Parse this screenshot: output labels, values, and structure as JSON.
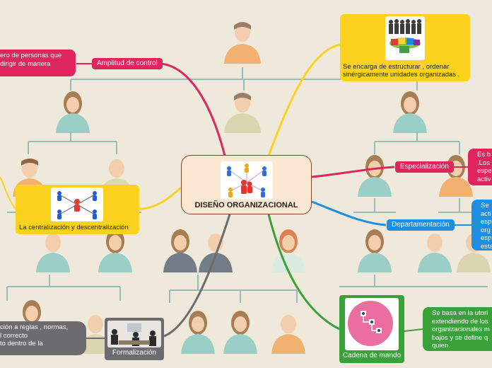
{
  "center": {
    "title": "DISEÑO ORGANIZACIONAL",
    "image_icon": "people-network-icon"
  },
  "branches": {
    "amplitud": {
      "label": "Amplitud de control",
      "description": "ero de personas que\ndirigir de manera",
      "color": "#e0245e"
    },
    "estructura": {
      "description": "Se encarga de estructurar , ordenar sinérgicamente  unidades organizadas .",
      "image_icon": "team-puzzle-icon",
      "color": "#fcd21f"
    },
    "especializacion": {
      "label": "Especialización",
      "description": "Es b\n.Los\nespe\nactiv",
      "color": "#e0245e"
    },
    "departamentacion": {
      "label": "Departamentación",
      "description": "Se\nacti\nesp\norg\nesp\nesta",
      "color": "#1e8fe0"
    },
    "cadena": {
      "label": "Cadena de mando",
      "description": "Se basa en la utori\nextendiendo de los\norganizacionales m\nbajos y se define q\nquien.",
      "image_icon": "hierarchy-chart-icon",
      "color": "#3aa13a"
    },
    "formalizacion": {
      "label": "Formalización",
      "description": "ción a reglas , normas,\nl correcto\nto dentro de la",
      "image_icon": "meeting-photo-icon",
      "color": "#6b6b70"
    },
    "centralizacion": {
      "label": "La centralización y descentralización",
      "image_icon": "centralized-network-icon",
      "color": "#fcd21f"
    }
  }
}
